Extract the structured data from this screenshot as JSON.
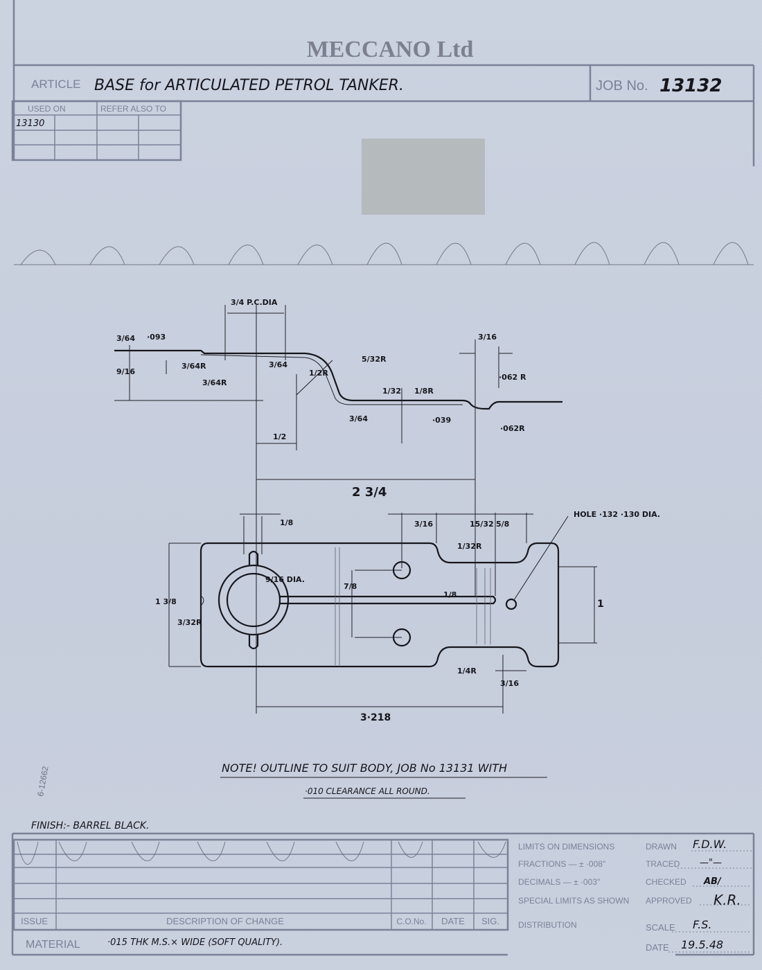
{
  "header": {
    "company": "MECCANO Ltd",
    "article_label": "ARTICLE",
    "article_value": "BASE for ARTICULATED PETROL TANKER.",
    "job_label": "JOB No.",
    "job_value": "13132",
    "used_on_label": "USED ON",
    "refer_also_label": "REFER ALSO TO",
    "used_on_values": [
      "13130"
    ]
  },
  "side_view": {
    "dims": [
      "3/64",
      "·093",
      "9/16",
      "3/64R",
      "3/64R",
      "3/4 P.C.DIA",
      "3/64",
      "1/2R",
      "5/32R",
      "1/32",
      "1/8R",
      "3/64",
      "·039",
      "3/16",
      "·062 R",
      "·062R",
      "1/2",
      "2 3/4"
    ]
  },
  "plan_view": {
    "dims": [
      "1/8",
      "3/16",
      "15/32",
      "5/8",
      "1/32R",
      "HOLE ·132 ·130 DIA.",
      "9/16 DIA.",
      "7/8",
      "1/8",
      "1 3/8",
      "3/32R",
      "1",
      "1/4R",
      "3/16",
      "3·218"
    ]
  },
  "note": {
    "line1": "NOTE! OUTLINE TO SUIT BODY, JOB No 13131 WITH",
    "line2": "·010 CLEARANCE ALL ROUND."
  },
  "margin_ref": "6-12662",
  "finish": "FINISH:- BARREL BLACK.",
  "change_table": {
    "headers": [
      "ISSUE",
      "DESCRIPTION OF CHANGE",
      "C.O.No.",
      "DATE",
      "SIG."
    ]
  },
  "material": {
    "label": "MATERIAL",
    "value": "·015 THK M.S.×   WIDE (SOFT QUALITY)."
  },
  "limits": {
    "title": "LIMITS ON DIMENSIONS",
    "fractions": "FRACTIONS — ± ·008\"",
    "decimals": "DECIMALS — ± ·003\"",
    "special": "SPECIAL LIMITS AS SHOWN",
    "distribution": "DISTRIBUTION"
  },
  "signoff": {
    "drawn_label": "DRAWN",
    "drawn_value": "F.D.W.",
    "traced_label": "TRACED",
    "traced_value": "—\"—",
    "checked_label": "CHECKED",
    "checked_value": "AB/",
    "approved_label": "APPROVED",
    "approved_value": "K.R.",
    "scale_label": "SCALE",
    "scale_value": "F.S.",
    "date_label": "DATE",
    "date_value": "19.5.48"
  }
}
